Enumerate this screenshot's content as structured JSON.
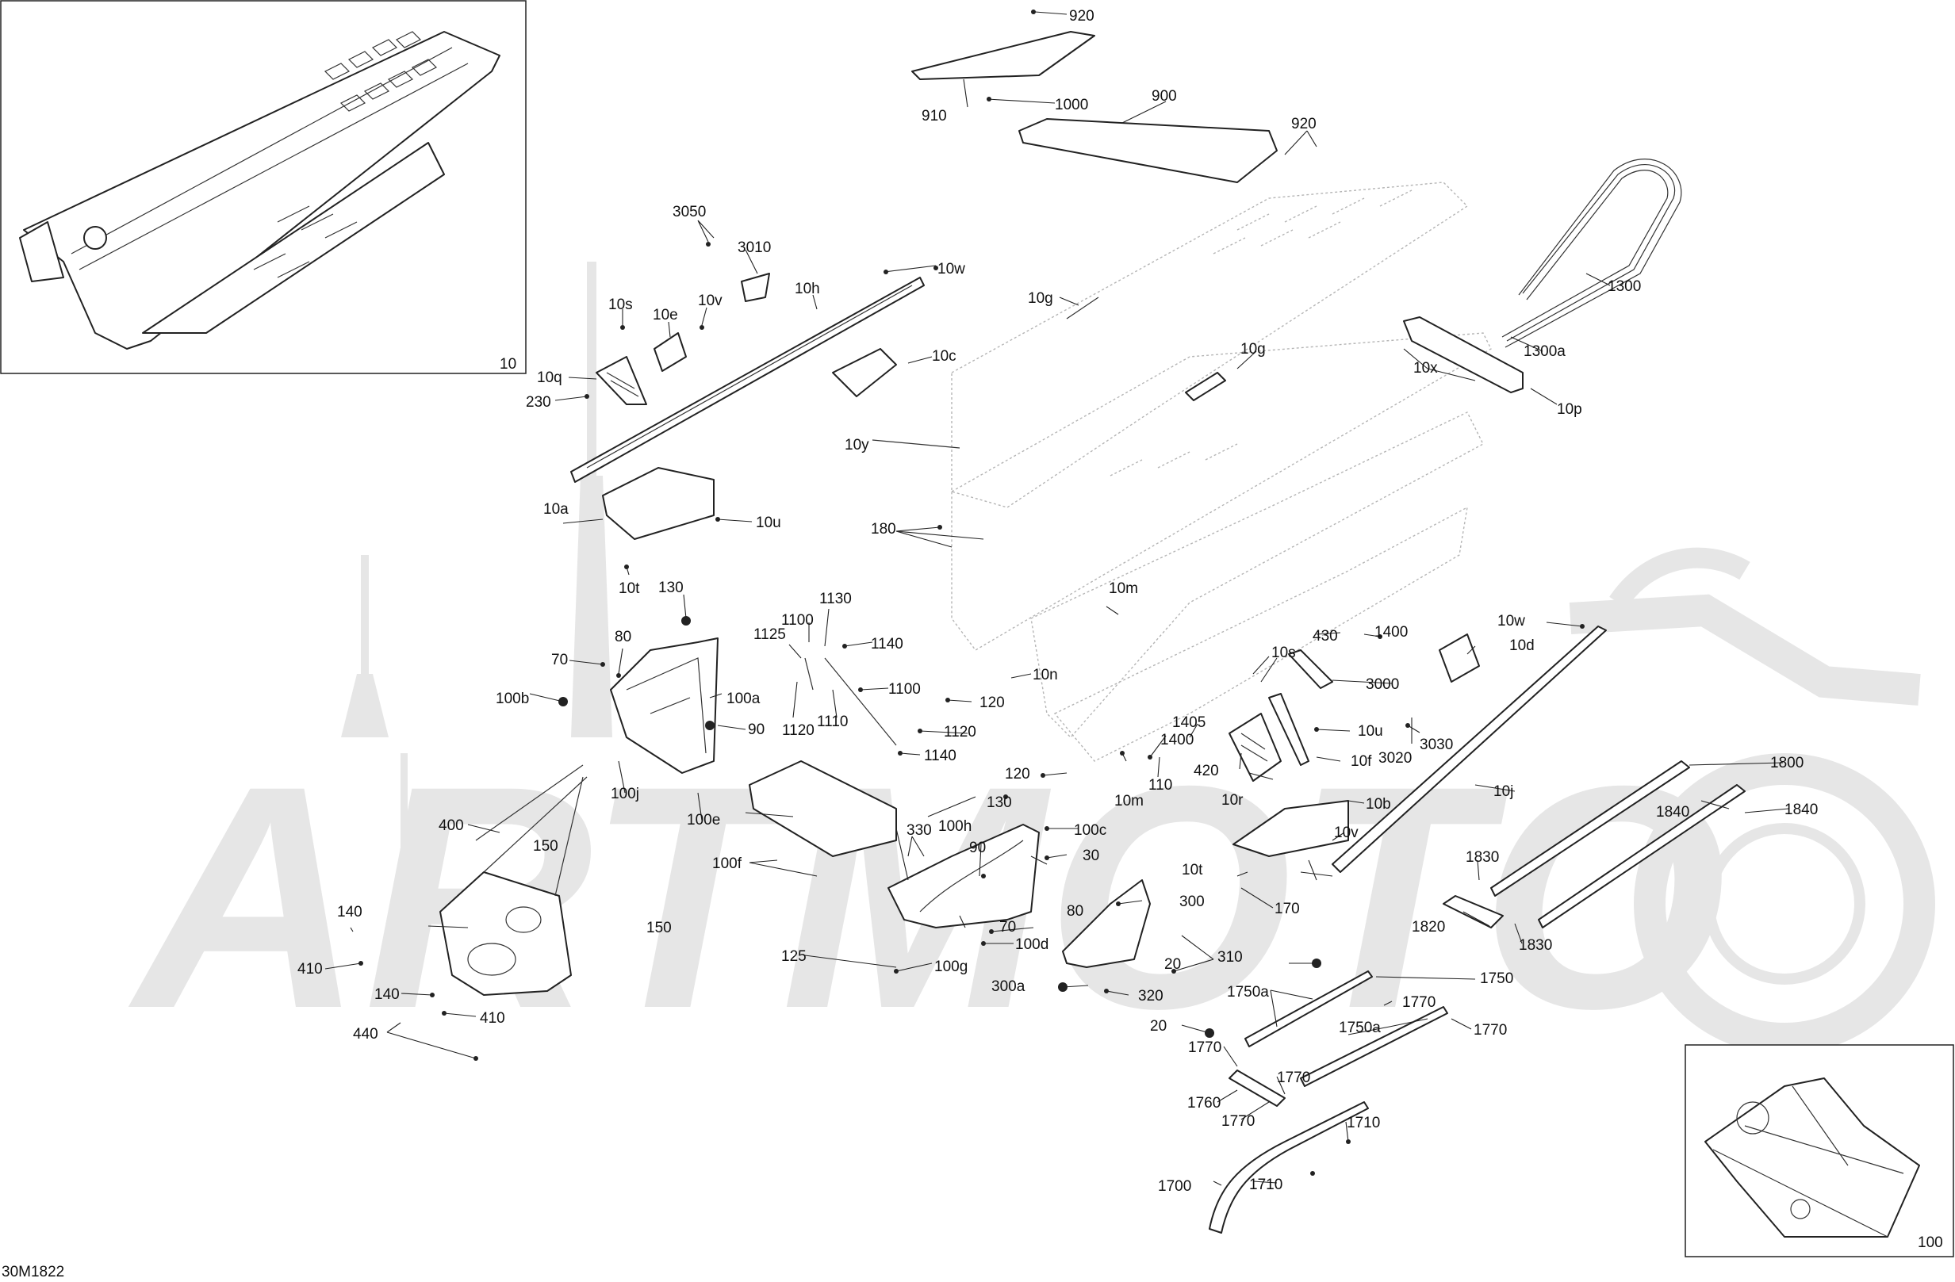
{
  "diagram_code": "30M1822",
  "watermark_text": "ARTMOTO",
  "inset_main": {
    "label": "10"
  },
  "inset_sub": {
    "label": "100"
  },
  "callouts": [
    {
      "id": "920a",
      "text": "920"
    },
    {
      "id": "910",
      "text": "910"
    },
    {
      "id": "1000",
      "text": "1000"
    },
    {
      "id": "900",
      "text": "900"
    },
    {
      "id": "920b",
      "text": "920"
    },
    {
      "id": "3050",
      "text": "3050"
    },
    {
      "id": "3010",
      "text": "3010"
    },
    {
      "id": "10w_top",
      "text": "10w"
    },
    {
      "id": "10h",
      "text": "10h"
    },
    {
      "id": "10s_top",
      "text": "10s"
    },
    {
      "id": "10e",
      "text": "10e"
    },
    {
      "id": "10v_top",
      "text": "10v"
    },
    {
      "id": "10g_a",
      "text": "10g"
    },
    {
      "id": "10g_b",
      "text": "10g"
    },
    {
      "id": "10c",
      "text": "10c"
    },
    {
      "id": "1300",
      "text": "1300"
    },
    {
      "id": "1300a",
      "text": "1300a"
    },
    {
      "id": "10x",
      "text": "10x"
    },
    {
      "id": "10p",
      "text": "10p"
    },
    {
      "id": "10q",
      "text": "10q"
    },
    {
      "id": "230",
      "text": "230"
    },
    {
      "id": "10y",
      "text": "10y"
    },
    {
      "id": "10a",
      "text": "10a"
    },
    {
      "id": "10u_top",
      "text": "10u"
    },
    {
      "id": "180",
      "text": "180"
    },
    {
      "id": "10t_top",
      "text": "10t"
    },
    {
      "id": "130_top",
      "text": "130"
    },
    {
      "id": "10m_top",
      "text": "10m"
    },
    {
      "id": "80_top",
      "text": "80"
    },
    {
      "id": "70_top",
      "text": "70"
    },
    {
      "id": "1130",
      "text": "1130"
    },
    {
      "id": "1100_a",
      "text": "1100"
    },
    {
      "id": "1125",
      "text": "1125"
    },
    {
      "id": "1140_a",
      "text": "1140"
    },
    {
      "id": "1100_b",
      "text": "1100"
    },
    {
      "id": "10n",
      "text": "10n"
    },
    {
      "id": "120_a",
      "text": "120"
    },
    {
      "id": "100a",
      "text": "100a"
    },
    {
      "id": "100b",
      "text": "100b"
    },
    {
      "id": "90_a",
      "text": "90"
    },
    {
      "id": "1120_a",
      "text": "1120"
    },
    {
      "id": "1110",
      "text": "1110"
    },
    {
      "id": "1120_b",
      "text": "1120"
    },
    {
      "id": "1140_b",
      "text": "1140"
    },
    {
      "id": "430",
      "text": "430"
    },
    {
      "id": "1400_a",
      "text": "1400"
    },
    {
      "id": "10w_mid",
      "text": "10w"
    },
    {
      "id": "10d",
      "text": "10d"
    },
    {
      "id": "10s_mid",
      "text": "10s"
    },
    {
      "id": "3000",
      "text": "3000"
    },
    {
      "id": "1405",
      "text": "1405"
    },
    {
      "id": "1400_b",
      "text": "1400"
    },
    {
      "id": "10u_mid",
      "text": "10u"
    },
    {
      "id": "3030",
      "text": "3030"
    },
    {
      "id": "3020",
      "text": "3020"
    },
    {
      "id": "10f",
      "text": "10f"
    },
    {
      "id": "420",
      "text": "420"
    },
    {
      "id": "110",
      "text": "110"
    },
    {
      "id": "10m_mid",
      "text": "10m"
    },
    {
      "id": "10r",
      "text": "10r"
    },
    {
      "id": "120_b",
      "text": "120"
    },
    {
      "id": "10j_mid",
      "text": "10j"
    },
    {
      "id": "10b",
      "text": "10b"
    },
    {
      "id": "1800",
      "text": "1800"
    },
    {
      "id": "1840_a",
      "text": "1840"
    },
    {
      "id": "1840_b",
      "text": "1840"
    },
    {
      "id": "100j",
      "text": "100j"
    },
    {
      "id": "400",
      "text": "400"
    },
    {
      "id": "150_a",
      "text": "150"
    },
    {
      "id": "100e",
      "text": "100e"
    },
    {
      "id": "130_mid",
      "text": "130"
    },
    {
      "id": "330",
      "text": "330"
    },
    {
      "id": "100h",
      "text": "100h"
    },
    {
      "id": "100c",
      "text": "100c"
    },
    {
      "id": "90_b",
      "text": "90"
    },
    {
      "id": "30",
      "text": "30"
    },
    {
      "id": "10v_mid",
      "text": "10v"
    },
    {
      "id": "10t_mid",
      "text": "10t"
    },
    {
      "id": "100f",
      "text": "100f"
    },
    {
      "id": "300",
      "text": "300"
    },
    {
      "id": "170",
      "text": "170"
    },
    {
      "id": "1830_a",
      "text": "1830"
    },
    {
      "id": "1820",
      "text": "1820"
    },
    {
      "id": "1830_b",
      "text": "1830"
    },
    {
      "id": "140_a",
      "text": "140"
    },
    {
      "id": "150_b",
      "text": "150"
    },
    {
      "id": "80_mid",
      "text": "80"
    },
    {
      "id": "70_mid",
      "text": "70"
    },
    {
      "id": "100d",
      "text": "100d"
    },
    {
      "id": "125",
      "text": "125"
    },
    {
      "id": "100g",
      "text": "100g"
    },
    {
      "id": "310",
      "text": "310"
    },
    {
      "id": "20_a",
      "text": "20"
    },
    {
      "id": "410_a",
      "text": "410"
    },
    {
      "id": "140_b",
      "text": "140"
    },
    {
      "id": "300a",
      "text": "300a"
    },
    {
      "id": "320",
      "text": "320"
    },
    {
      "id": "1750_a",
      "text": "1750"
    },
    {
      "id": "1750a_a",
      "text": "1750a"
    },
    {
      "id": "1770_a",
      "text": "1770"
    },
    {
      "id": "410_b",
      "text": "410"
    },
    {
      "id": "440",
      "text": "440"
    },
    {
      "id": "20_b",
      "text": "20"
    },
    {
      "id": "1750a_b",
      "text": "1750a"
    },
    {
      "id": "1770_b",
      "text": "1770"
    },
    {
      "id": "1770_c",
      "text": "1770"
    },
    {
      "id": "1770_d",
      "text": "1770"
    },
    {
      "id": "1760",
      "text": "1760"
    },
    {
      "id": "1770_e",
      "text": "1770"
    },
    {
      "id": "1710_a",
      "text": "1710"
    },
    {
      "id": "1700",
      "text": "1700"
    },
    {
      "id": "1710_b",
      "text": "1710"
    }
  ]
}
